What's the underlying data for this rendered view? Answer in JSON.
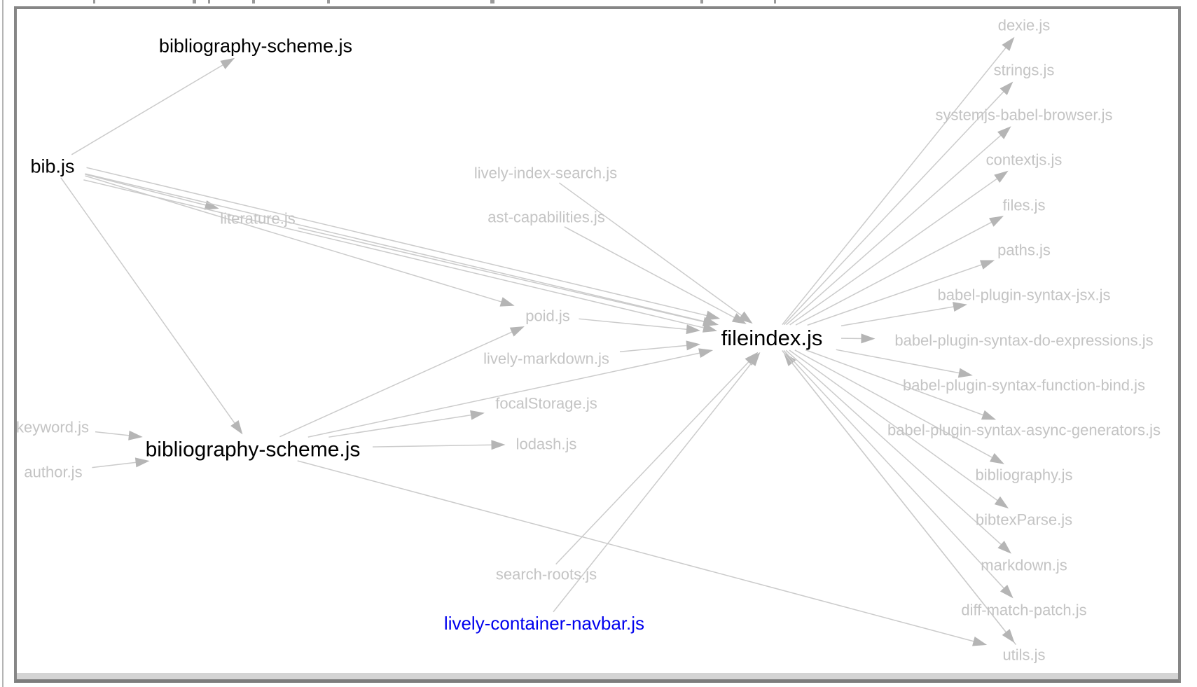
{
  "diagram": {
    "type": "module-dependency-graph",
    "focus_node": "fileindex.js",
    "selected_node": "lively-container-navbar.js",
    "colors": {
      "regular": "#000000",
      "dependency": "#c4c4c4",
      "selected": "#0000ee",
      "edge": "#cbcbcb",
      "arrowhead": "#b5b5b5"
    },
    "nodes": [
      {
        "id": "bibliography-scheme-top",
        "label": "bibliography-scheme.js",
        "role": "regular"
      },
      {
        "id": "bib",
        "label": "bib.js",
        "role": "regular"
      },
      {
        "id": "literature",
        "label": "literature.js",
        "role": "dependency"
      },
      {
        "id": "lively-index-search",
        "label": "lively-index-search.js",
        "role": "dependency"
      },
      {
        "id": "ast-capabilities",
        "label": "ast-capabilities.js",
        "role": "dependency"
      },
      {
        "id": "poid",
        "label": "poid.js",
        "role": "dependency"
      },
      {
        "id": "lively-markdown",
        "label": "lively-markdown.js",
        "role": "dependency"
      },
      {
        "id": "focalStorage",
        "label": "focalStorage.js",
        "role": "dependency"
      },
      {
        "id": "lodash",
        "label": "lodash.js",
        "role": "dependency"
      },
      {
        "id": "keyword",
        "label": "keyword.js",
        "role": "dependency"
      },
      {
        "id": "author",
        "label": "author.js",
        "role": "dependency"
      },
      {
        "id": "bibliography-scheme-bottom",
        "label": "bibliography-scheme.js",
        "role": "regular"
      },
      {
        "id": "fileindex",
        "label": "fileindex.js",
        "role": "regular"
      },
      {
        "id": "search-roots",
        "label": "search-roots.js",
        "role": "dependency"
      },
      {
        "id": "lively-container-navbar",
        "label": "lively-container-navbar.js",
        "role": "selected"
      },
      {
        "id": "dexie",
        "label": "dexie.js",
        "role": "dependency"
      },
      {
        "id": "strings",
        "label": "strings.js",
        "role": "dependency"
      },
      {
        "id": "systemjs-babel-browser",
        "label": "systemjs-babel-browser.js",
        "role": "dependency"
      },
      {
        "id": "contextjs",
        "label": "contextjs.js",
        "role": "dependency"
      },
      {
        "id": "files",
        "label": "files.js",
        "role": "dependency"
      },
      {
        "id": "paths",
        "label": "paths.js",
        "role": "dependency"
      },
      {
        "id": "babel-plugin-syntax-jsx",
        "label": "babel-plugin-syntax-jsx.js",
        "role": "dependency"
      },
      {
        "id": "babel-plugin-syntax-do-expressions",
        "label": "babel-plugin-syntax-do-expressions.js",
        "role": "dependency"
      },
      {
        "id": "babel-plugin-syntax-function-bind",
        "label": "babel-plugin-syntax-function-bind.js",
        "role": "dependency"
      },
      {
        "id": "babel-plugin-syntax-async-generators",
        "label": "babel-plugin-syntax-async-generators.js",
        "role": "dependency"
      },
      {
        "id": "bibliography",
        "label": "bibliography.js",
        "role": "dependency"
      },
      {
        "id": "bibtexParse",
        "label": "bibtexParse.js",
        "role": "dependency"
      },
      {
        "id": "markdown",
        "label": "markdown.js",
        "role": "dependency"
      },
      {
        "id": "diff-match-patch",
        "label": "diff-match-patch.js",
        "role": "dependency"
      },
      {
        "id": "utils",
        "label": "utils.js",
        "role": "dependency"
      }
    ],
    "edges": [
      {
        "from": "bib",
        "to": "bibliography-scheme-top"
      },
      {
        "from": "bib",
        "to": "literature"
      },
      {
        "from": "bib",
        "to": "fileindex"
      },
      {
        "from": "bib",
        "to": "fileindex"
      },
      {
        "from": "bib",
        "to": "fileindex"
      },
      {
        "from": "bib",
        "to": "poid"
      },
      {
        "from": "bib",
        "to": "bibliography-scheme-bottom"
      },
      {
        "from": "literature",
        "to": "fileindex"
      },
      {
        "from": "lively-index-search",
        "to": "fileindex"
      },
      {
        "from": "ast-capabilities",
        "to": "fileindex"
      },
      {
        "from": "poid",
        "to": "fileindex"
      },
      {
        "from": "lively-markdown",
        "to": "fileindex"
      },
      {
        "from": "keyword",
        "to": "bibliography-scheme-bottom"
      },
      {
        "from": "author",
        "to": "bibliography-scheme-bottom"
      },
      {
        "from": "bibliography-scheme-bottom",
        "to": "poid"
      },
      {
        "from": "bibliography-scheme-bottom",
        "to": "focalStorage"
      },
      {
        "from": "bibliography-scheme-bottom",
        "to": "lodash"
      },
      {
        "from": "bibliography-scheme-bottom",
        "to": "fileindex"
      },
      {
        "from": "bibliography-scheme-bottom",
        "to": "utils"
      },
      {
        "from": "search-roots",
        "to": "fileindex"
      },
      {
        "from": "lively-container-navbar",
        "to": "fileindex"
      },
      {
        "from": "utils",
        "to": "fileindex"
      },
      {
        "from": "fileindex",
        "to": "dexie"
      },
      {
        "from": "fileindex",
        "to": "strings"
      },
      {
        "from": "fileindex",
        "to": "systemjs-babel-browser"
      },
      {
        "from": "fileindex",
        "to": "contextjs"
      },
      {
        "from": "fileindex",
        "to": "files"
      },
      {
        "from": "fileindex",
        "to": "paths"
      },
      {
        "from": "fileindex",
        "to": "babel-plugin-syntax-jsx"
      },
      {
        "from": "fileindex",
        "to": "babel-plugin-syntax-do-expressions"
      },
      {
        "from": "fileindex",
        "to": "babel-plugin-syntax-function-bind"
      },
      {
        "from": "fileindex",
        "to": "babel-plugin-syntax-async-generators"
      },
      {
        "from": "fileindex",
        "to": "bibliography"
      },
      {
        "from": "fileindex",
        "to": "bibtexParse"
      },
      {
        "from": "fileindex",
        "to": "markdown"
      },
      {
        "from": "fileindex",
        "to": "diff-match-patch"
      },
      {
        "from": "fileindex",
        "to": "utils"
      }
    ]
  }
}
